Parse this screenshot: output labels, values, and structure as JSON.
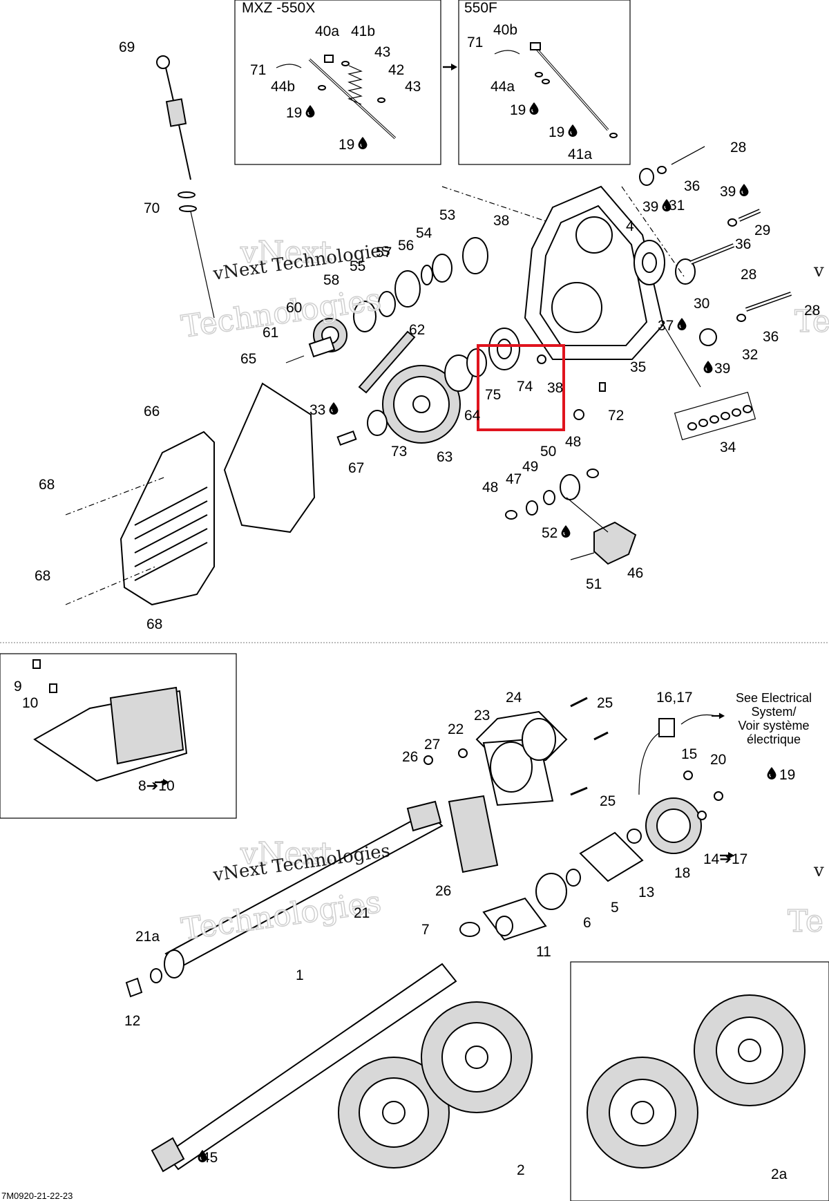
{
  "insets": {
    "variant_a_title": "MXZ -550X",
    "variant_b_title": "550F"
  },
  "parts": {
    "p1": "1",
    "p2": "2",
    "p2a": "2a",
    "p4": "4",
    "p5": "5",
    "p6": "6",
    "p7": "7",
    "p8_10": "8➔10",
    "p9": "9",
    "p10": "10",
    "p11": "11",
    "p12": "12",
    "p13": "13",
    "p14_17": "14➔17",
    "p15": "15",
    "p16_17": "16,17",
    "p18": "18",
    "p19": "19",
    "p20": "20",
    "p21": "21",
    "p21a": "21a",
    "p22": "22",
    "p23": "23",
    "p24": "24",
    "p25": "25",
    "p26": "26",
    "p27": "27",
    "p28": "28",
    "p29": "29",
    "p30": "30",
    "p31": "31",
    "p32": "32",
    "p33": "33",
    "p34": "34",
    "p35": "35",
    "p36": "36",
    "p37": "37",
    "p38": "38",
    "p39": "39",
    "p40a": "40a",
    "p40b": "40b",
    "p41a": "41a",
    "p41b": "41b",
    "p42": "42",
    "p43": "43",
    "p44a": "44a",
    "p44b": "44b",
    "p45": "45",
    "p46": "46",
    "p47": "47",
    "p48": "48",
    "p49": "49",
    "p50": "50",
    "p51": "51",
    "p52": "52",
    "p53": "53",
    "p54": "54",
    "p55": "55",
    "p56": "56",
    "p57": "57",
    "p58": "58",
    "p60": "60",
    "p61": "61",
    "p62": "62",
    "p63": "63",
    "p64": "64",
    "p65": "65",
    "p66": "66",
    "p67": "67",
    "p68": "68",
    "p69": "69",
    "p70": "70",
    "p71": "71",
    "p72": "72",
    "p73": "73",
    "p74": "74",
    "p75": "75"
  },
  "electrical_note": {
    "line1": "See Electrical",
    "line2": "System/",
    "line3": "Voir système",
    "line4": "électrique"
  },
  "watermark": {
    "brand_top": "vNext",
    "brand_line": "vNext Technologies",
    "brand_bottom": "Technologies",
    "edge_a": "v",
    "edge_b": "Te"
  },
  "drawing_code": "7M0920-21-22-23",
  "icons": {
    "lubricant": "oil-drop-icon"
  },
  "colors": {
    "highlight": "#e0141e",
    "line": "#000000",
    "background": "#ffffff"
  }
}
